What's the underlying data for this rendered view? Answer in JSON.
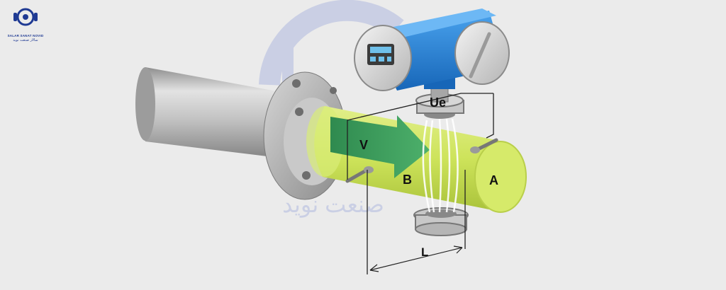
{
  "logo": {
    "name": "SALAR SANAT NOVID",
    "name_fa": "سالار صنعت نوید"
  },
  "watermark": {
    "text_fa": "صنعت نوید"
  },
  "labels": {
    "velocity": "V",
    "magnetic_field": "B",
    "area": "A",
    "induced_voltage": "Ue",
    "length": "L"
  },
  "colors": {
    "background": "#ebebeb",
    "flow_fluid": "#cde35a",
    "flow_arrow": "#3b9a58",
    "transmitter": "#1f7fd0",
    "pipe": "#b3b3b3",
    "brand": "#1f3a93"
  }
}
